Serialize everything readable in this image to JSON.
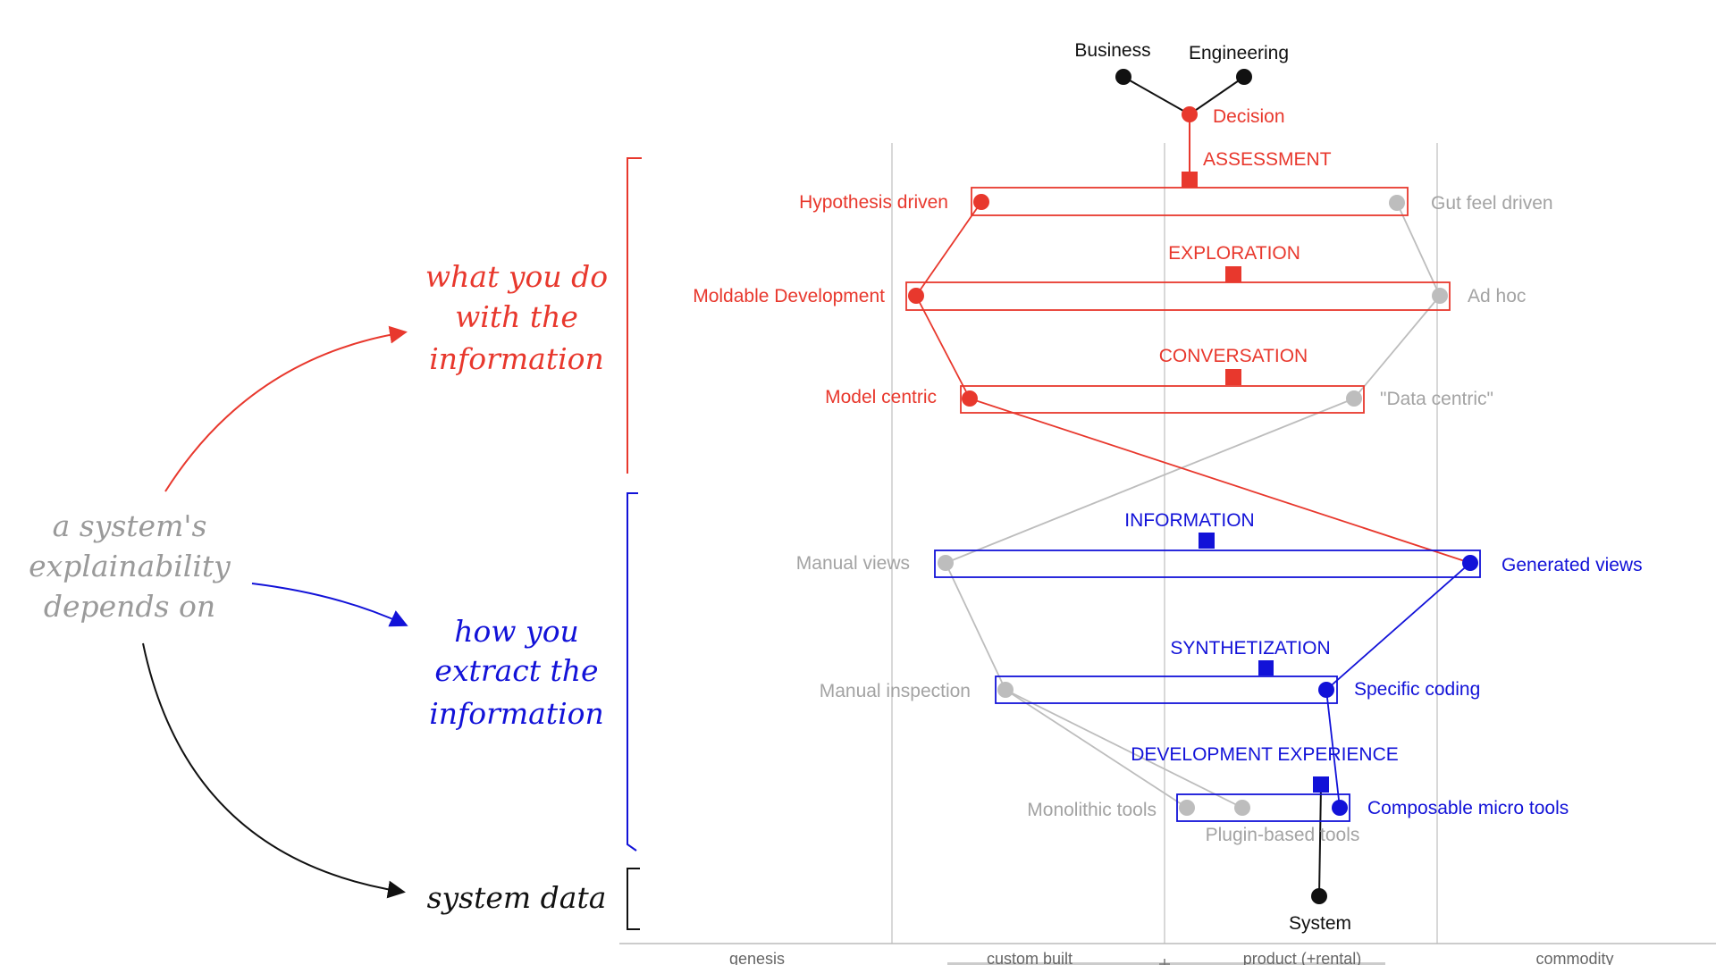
{
  "colors": {
    "red": "#e8382d",
    "blue": "#1212d8",
    "gray": "#bdbdbd",
    "gray_text": "#a3a3a3",
    "black": "#111111",
    "grid": "#cccccc"
  },
  "top_nodes": {
    "business": "Business",
    "engineering": "Engineering",
    "decision": "Decision"
  },
  "bottom_node": {
    "system": "System"
  },
  "annotations": {
    "center": [
      "a system's",
      "explainability",
      "depends on"
    ],
    "red_group": [
      "what you do",
      "with the",
      "information"
    ],
    "blue_group": [
      "how you",
      "extract the",
      "information"
    ],
    "black_group": [
      "system data"
    ]
  },
  "axis": {
    "stages": [
      "genesis",
      "custom built",
      "product (+rental)",
      "commodity"
    ]
  },
  "sections": [
    {
      "id": "assessment",
      "title": "ASSESSMENT",
      "color": "red",
      "left_label": "Hypothesis driven",
      "right_label": "Gut feel driven",
      "selected": "left"
    },
    {
      "id": "exploration",
      "title": "EXPLORATION",
      "color": "red",
      "left_label": "Moldable Development",
      "right_label": "Ad hoc",
      "selected": "left"
    },
    {
      "id": "conversation",
      "title": "CONVERSATION",
      "color": "red",
      "left_label": "Model centric",
      "right_label": "\"Data centric\"",
      "selected": "left"
    },
    {
      "id": "information",
      "title": "INFORMATION",
      "color": "blue",
      "left_label": "Manual views",
      "right_label": "Generated views",
      "selected": "right"
    },
    {
      "id": "synthetization",
      "title": "SYNTHETIZATION",
      "color": "blue",
      "left_label": "Manual inspection",
      "right_label": "Specific coding",
      "selected": "right"
    },
    {
      "id": "development-experience",
      "title": "DEVELOPMENT EXPERIENCE",
      "color": "blue",
      "left_label": "Monolithic tools",
      "middle_label": "Plugin-based tools",
      "right_label": "Composable micro tools",
      "selected": "right"
    }
  ]
}
